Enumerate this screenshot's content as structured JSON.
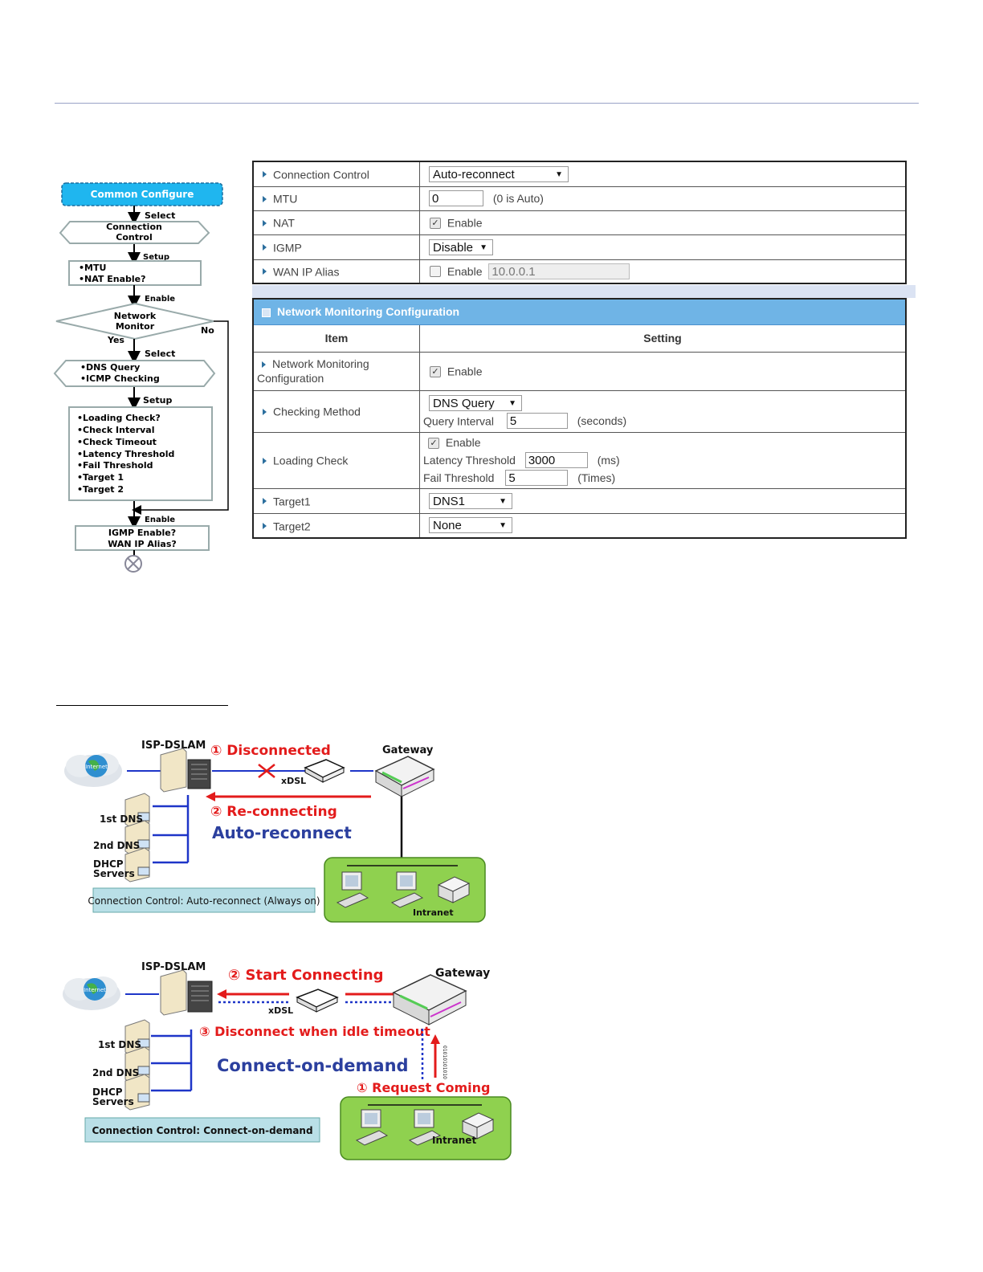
{
  "flowchart": {
    "start": "Common Configure",
    "step1_label": "Select",
    "step1_box": [
      "Connection",
      "Control"
    ],
    "step2_label": "Setup",
    "step2_box": [
      "•MTU",
      "•NAT Enable?"
    ],
    "step3_label": "Enable",
    "decision": [
      "Network",
      "Monitor"
    ],
    "decision_yes": "Yes",
    "decision_no": "No",
    "step4_label": "Select",
    "step4_box": [
      "•DNS Query",
      "•ICMP Checking"
    ],
    "step5_label": "Setup",
    "step5_box": [
      "•Loading Check?",
      "•Check Interval",
      "•Check Timeout",
      "•Latency Threshold",
      "•Fail Threshold",
      "•Target 1",
      "•Target 2"
    ],
    "step6_label": "Enable",
    "step6_box": [
      "IGMP Enable?",
      "WAN  IP Alias?"
    ]
  },
  "config": {
    "connection_control": {
      "label": "Connection Control",
      "value": "Auto-reconnect"
    },
    "mtu": {
      "label": "MTU",
      "value": "0",
      "hint": "(0 is Auto)"
    },
    "nat": {
      "label": "NAT",
      "checkbox": "Enable",
      "checked": true
    },
    "igmp": {
      "label": "IGMP",
      "value": "Disable"
    },
    "wan_ip_alias": {
      "label": "WAN IP Alias",
      "checkbox": "Enable",
      "checked": false,
      "value": "10.0.0.1"
    }
  },
  "monitoring": {
    "title": "Network Monitoring Configuration",
    "col_item": "Item",
    "col_setting": "Setting",
    "nm_config": {
      "label": "Network Monitoring Configuration",
      "checkbox": "Enable",
      "checked": true
    },
    "checking_method": {
      "label": "Checking Method",
      "value": "DNS Query",
      "interval_label": "Query Interval",
      "interval_value": "5",
      "interval_unit": "(seconds)"
    },
    "loading_check": {
      "label": "Loading Check",
      "checkbox": "Enable",
      "checked": true,
      "latency_label": "Latency Threshold",
      "latency_value": "3000",
      "latency_unit": "(ms)",
      "fail_label": "Fail Threshold",
      "fail_value": "5",
      "fail_unit": "(Times)"
    },
    "target1": {
      "label": "Target1",
      "value": "DNS1"
    },
    "target2": {
      "label": "Target2",
      "value": "None"
    }
  },
  "diagram1": {
    "isp": "ISP-DSLAM",
    "internet": "Internet",
    "event1": "① Disconnected",
    "xdsl": "xDSL",
    "gateway": "Gateway",
    "event2": "② Re-connecting",
    "mode": "Auto-reconnect",
    "dns1": "1st DNS",
    "dns2": "2nd DNS",
    "dhcp": [
      "DHCP",
      "Servers"
    ],
    "caption": "Connection Control: Auto-reconnect (Always on)",
    "intranet": "Intranet"
  },
  "diagram2": {
    "isp": "ISP-DSLAM",
    "internet": "Internet",
    "event2": "② Start Connecting",
    "gateway": "Gateway",
    "xdsl": "xDSL",
    "event3": "③ Disconnect  when idle timeout",
    "mode": "Connect-on-demand",
    "event1": "① Request Coming",
    "bits": "01010101010",
    "dns1": "1st DNS",
    "dns2": "2nd DNS",
    "dhcp": [
      "DHCP",
      "Servers"
    ],
    "caption": "Connection Control: Connect-on-demand",
    "intranet": "Intranet"
  },
  "colors": {
    "accent_blue": "#1e4fa3",
    "alert_red": "#e31b1b",
    "intranet_green": "#8fd14f",
    "caption_bg": "#b9dfe7",
    "section_blue": "#6fb4e6"
  }
}
